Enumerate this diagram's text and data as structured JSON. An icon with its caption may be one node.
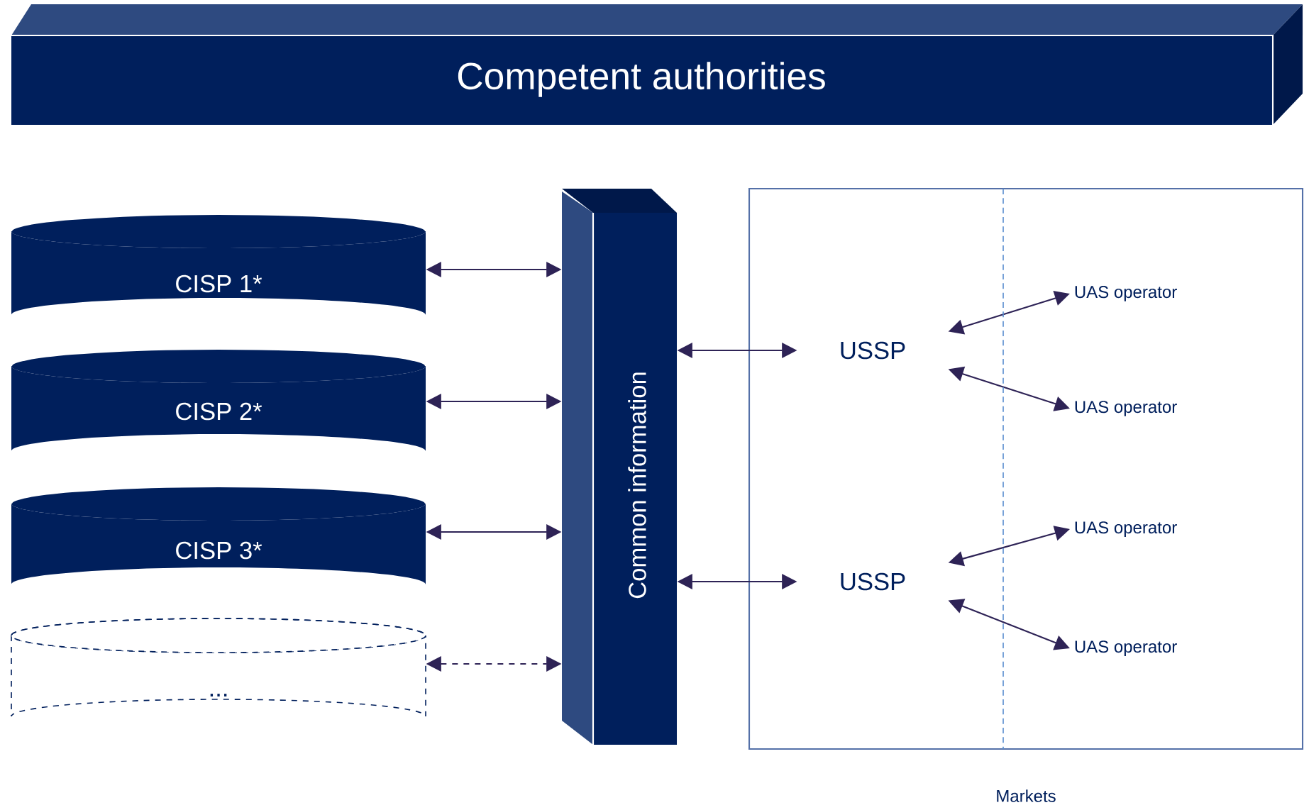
{
  "diagram": {
    "nodes": [
      {
        "text": [
          "Competent authorities"
        ]
      },
      {
        "text": [
          "CISP 1*"
        ]
      },
      {
        "text": [
          "CISP 2*"
        ]
      },
      {
        "text": [
          "CISP 3*"
        ]
      },
      {
        "text": [
          "..."
        ]
      },
      {
        "text": [
          "Common information"
        ]
      },
      {
        "text": [
          "Markets"
        ]
      },
      {
        "text": [
          "USSP"
        ],
        "in": 6
      },
      {
        "text": [
          "UAS operator"
        ],
        "in": 6
      },
      {
        "text": [
          "UAS operator"
        ],
        "in": 6
      },
      {
        "text": [
          "USSP"
        ],
        "in": 6
      },
      {
        "text": [
          "UAS operator"
        ],
        "in": 6
      },
      {
        "text": [
          "UAS operator"
        ],
        "in": 6
      }
    ],
    "edges": [
      {
        "from": 1,
        "to": 5,
        "arrow": "both"
      },
      {
        "from": 2,
        "to": 5,
        "arrow": "both"
      },
      {
        "from": 3,
        "to": 5,
        "arrow": "both"
      },
      {
        "from": 4,
        "to": 5,
        "arrow": "both",
        "style": "dashed"
      },
      {
        "from": 5,
        "to": 7,
        "arrow": "both"
      },
      {
        "from": 5,
        "to": 10,
        "arrow": "both"
      },
      {
        "from": 7,
        "to": 8,
        "arrow": "both"
      },
      {
        "from": 7,
        "to": 9,
        "arrow": "both"
      },
      {
        "from": 10,
        "to": 11,
        "arrow": "both"
      },
      {
        "from": 10,
        "to": 12,
        "arrow": "both"
      }
    ]
  }
}
